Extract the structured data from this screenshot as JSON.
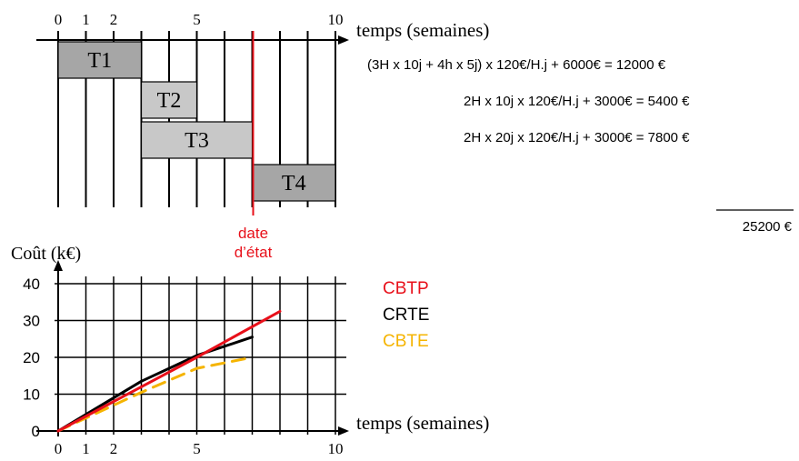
{
  "gantt": {
    "axis_label": "temps (semaines)",
    "ticks": [
      {
        "value": 0,
        "label": "0"
      },
      {
        "value": 1,
        "label": "1"
      },
      {
        "value": 2,
        "label": "2"
      },
      {
        "value": 5,
        "label": "5"
      },
      {
        "value": 10,
        "label": "10"
      }
    ],
    "tasks": [
      {
        "name": "T1",
        "start": 0,
        "end": 3,
        "row": 0,
        "color": "#a6a6a6"
      },
      {
        "name": "T2",
        "start": 3,
        "end": 5,
        "row": 1,
        "color": "#c8c8c8"
      },
      {
        "name": "T3",
        "start": 3,
        "end": 7,
        "row": 2,
        "color": "#c8c8c8"
      },
      {
        "name": "T4",
        "start": 7,
        "end": 10,
        "row": 3,
        "color": "#a6a6a6"
      }
    ],
    "status_date": {
      "value": 7,
      "label_line1": "date",
      "label_line2": "d’état",
      "color": "#e8101a"
    }
  },
  "costs": {
    "lines": [
      "(3H x 10j + 4h x 5j) x 120€/H.j + 6000€ = 12000 €",
      "2H x 10j x 120€/H.j + 3000€ = 5400 €",
      "2H x 20j x 120€/H.j + 3000€ = 7800 €"
    ],
    "total": "25200 €"
  },
  "chart_data": {
    "type": "line",
    "ylabel": "Coût (k€)",
    "xlabel": "temps (semaines)",
    "xlim": [
      0,
      10
    ],
    "ylim": [
      0,
      40
    ],
    "grid": true,
    "x_ticks": [
      {
        "value": 0,
        "label": "0"
      },
      {
        "value": 1,
        "label": "1"
      },
      {
        "value": 2,
        "label": "2"
      },
      {
        "value": 5,
        "label": "5"
      },
      {
        "value": 10,
        "label": "10"
      }
    ],
    "y_ticks": [
      {
        "value": 0,
        "label": "0"
      },
      {
        "value": 10,
        "label": "10"
      },
      {
        "value": 20,
        "label": "20"
      },
      {
        "value": 30,
        "label": "30"
      },
      {
        "value": 40,
        "label": "40"
      }
    ],
    "series": [
      {
        "name": "CBTP",
        "color": "#e8101a",
        "dashed": false,
        "points": [
          [
            0,
            0
          ],
          [
            3,
            12
          ],
          [
            5,
            20
          ],
          [
            8,
            32.5
          ]
        ]
      },
      {
        "name": "CRTE",
        "color": "#000000",
        "dashed": false,
        "points": [
          [
            0,
            0
          ],
          [
            2,
            9
          ],
          [
            3,
            13.5
          ],
          [
            5,
            20.5
          ],
          [
            7,
            25.5
          ]
        ]
      },
      {
        "name": "CBTE",
        "color": "#f5b400",
        "dashed": true,
        "points": [
          [
            0,
            0
          ],
          [
            3,
            10.5
          ],
          [
            5,
            17
          ],
          [
            6,
            18.5
          ],
          [
            7,
            20
          ]
        ]
      }
    ],
    "legend_placement": "right"
  }
}
